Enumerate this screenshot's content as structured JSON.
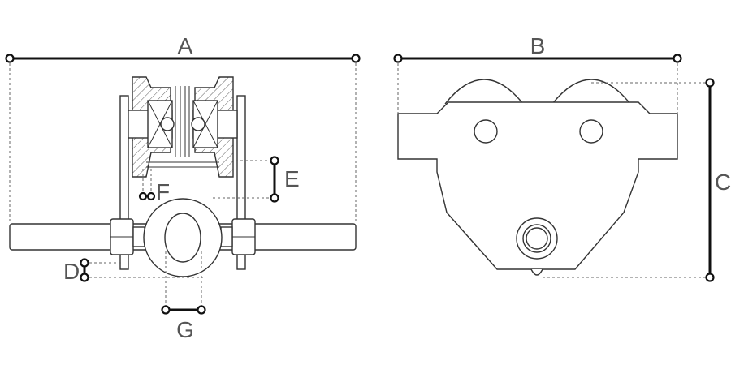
{
  "diagram": {
    "views": [
      "side-view",
      "front-view"
    ],
    "dimension_labels": {
      "A": "A",
      "B": "B",
      "C": "C",
      "D": "D",
      "E": "E",
      "F": "F",
      "G": "G"
    }
  },
  "colors": {
    "line": "#333333",
    "dimension": "#111111",
    "label": "#555555",
    "background": "#ffffff"
  }
}
